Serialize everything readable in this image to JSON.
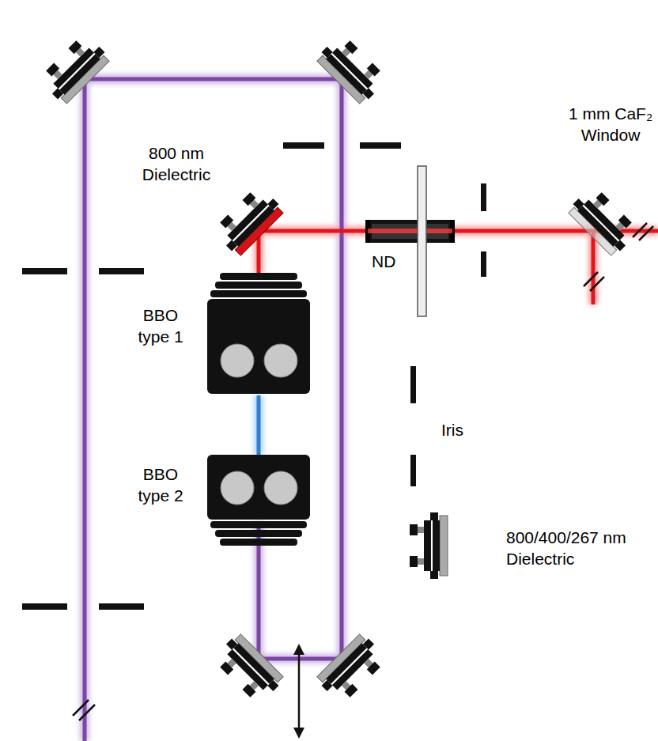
{
  "diagram": {
    "labels": [
      "800 nm Dielectric",
      "1 mm CaF₂ Window",
      "ND",
      "BBO type 1",
      "BBO type 2",
      "Iris",
      "800/400/267 nm Dielectric"
    ]
  }
}
